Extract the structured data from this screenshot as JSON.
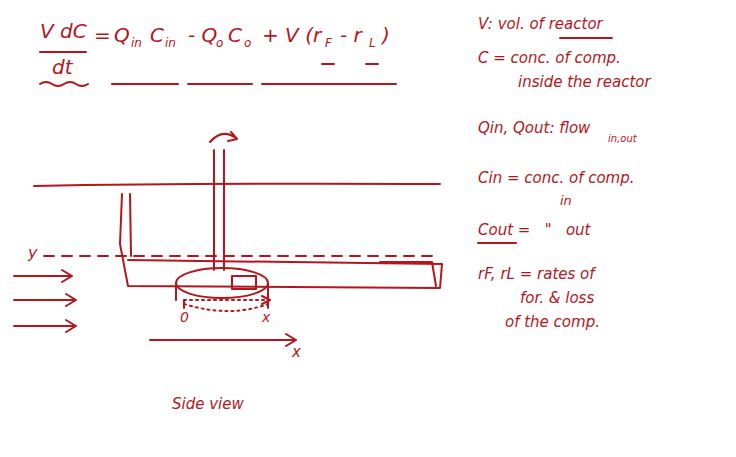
{
  "diagram": {
    "labels": [
      "V dC",
      "dt",
      "=",
      "Q",
      "in",
      "C",
      "in",
      "- Q",
      "o",
      "C",
      "o",
      "+ V (r",
      "F",
      "- r",
      "L",
      ")",
      "V: vol. of reactor",
      "C = conc. of comp.",
      "inside the reactor",
      "Qin, Qout: flow",
      "in,out",
      "Cin = conc. of comp.",
      "in",
      "Cout =   \"   out",
      "rF, rL = rates of",
      "for. & loss",
      "of the comp.",
      "y",
      "0",
      "x",
      "x",
      "Side view"
    ]
  }
}
